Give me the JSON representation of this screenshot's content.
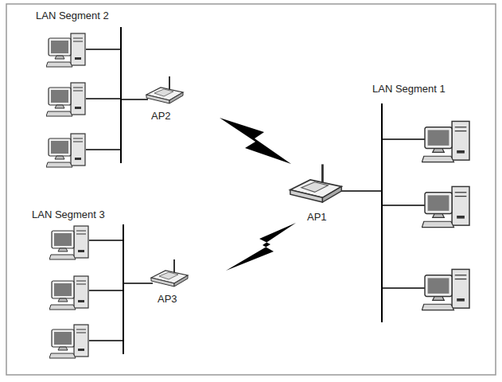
{
  "diagram": {
    "labels": [
      "LAN Segment 2",
      "AP2",
      "LAN Segment 1",
      "AP1",
      "LAN Segment 3",
      "AP3"
    ]
  }
}
